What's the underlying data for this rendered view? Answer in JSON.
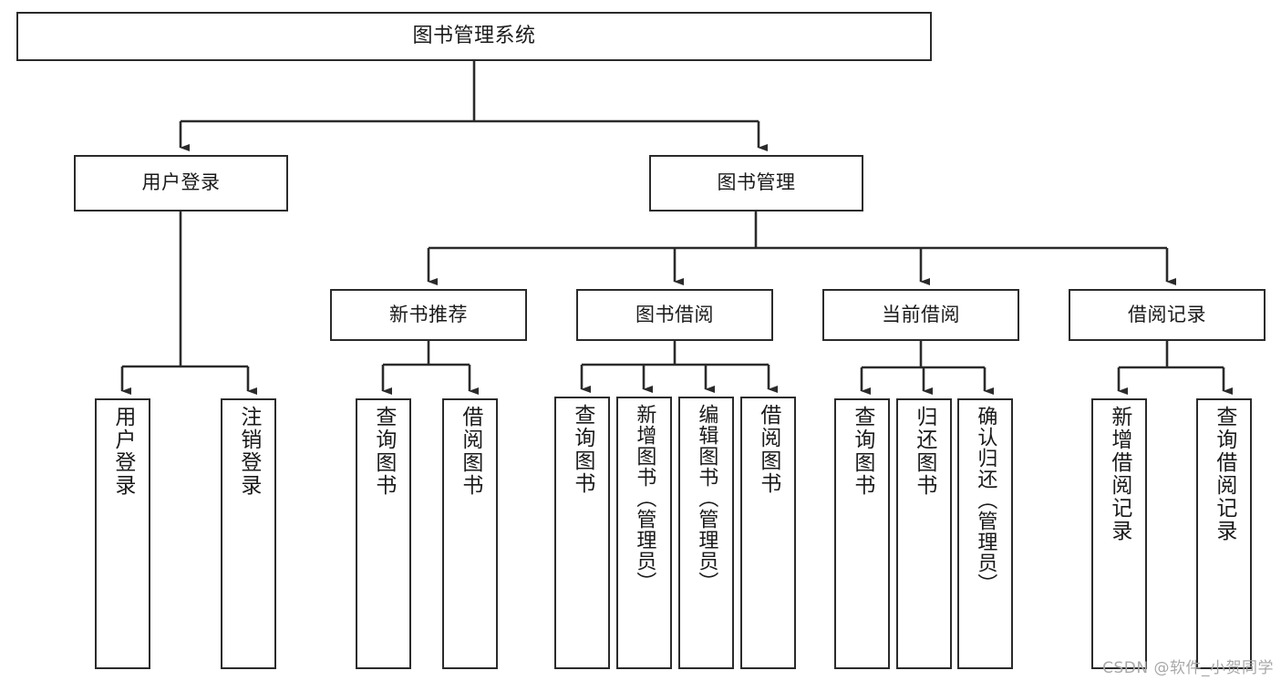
{
  "diagram": {
    "type": "hierarchy-tree",
    "title": "图书管理系统",
    "watermark": "CSDN @软件_小贺同学",
    "colors": {
      "border": "#2b2b2b",
      "background": "#ffffff",
      "text": "#1a1a1a",
      "watermark": "#a8a8a8"
    },
    "nodes": {
      "root": {
        "label": "图书管理系统"
      },
      "level2": [
        {
          "id": "user-login",
          "label": "用户登录"
        },
        {
          "id": "book-manage",
          "label": "图书管理"
        }
      ],
      "level3": [
        {
          "id": "new-book-recommend",
          "label": "新书推荐"
        },
        {
          "id": "book-borrow",
          "label": "图书借阅"
        },
        {
          "id": "current-borrow",
          "label": "当前借阅"
        },
        {
          "id": "borrow-record",
          "label": "借阅记录"
        }
      ],
      "leaves": [
        {
          "id": "leaf-user-login",
          "label": "用户登录",
          "parent": "user-login"
        },
        {
          "id": "leaf-user-logout",
          "label": "注销登录",
          "parent": "user-login"
        },
        {
          "id": "leaf-query-book-1",
          "label": "查询图书",
          "parent": "new-book-recommend"
        },
        {
          "id": "leaf-borrow-book-1",
          "label": "借阅图书",
          "parent": "new-book-recommend"
        },
        {
          "id": "leaf-query-book-2",
          "label": "查询图书",
          "parent": "book-borrow"
        },
        {
          "id": "leaf-add-book",
          "label": "新增图书（管理员）",
          "parent": "book-borrow"
        },
        {
          "id": "leaf-edit-book",
          "label": "编辑图书（管理员）",
          "parent": "book-borrow"
        },
        {
          "id": "leaf-borrow-book-2",
          "label": "借阅图书",
          "parent": "book-borrow"
        },
        {
          "id": "leaf-query-book-3",
          "label": "查询图书",
          "parent": "current-borrow"
        },
        {
          "id": "leaf-return-book",
          "label": "归还图书",
          "parent": "current-borrow"
        },
        {
          "id": "leaf-confirm-return",
          "label": "确认归还（管理员）",
          "parent": "current-borrow"
        },
        {
          "id": "leaf-add-record",
          "label": "新增借阅记录",
          "parent": "borrow-record"
        },
        {
          "id": "leaf-query-record",
          "label": "查询借阅记录",
          "parent": "borrow-record"
        }
      ]
    }
  }
}
